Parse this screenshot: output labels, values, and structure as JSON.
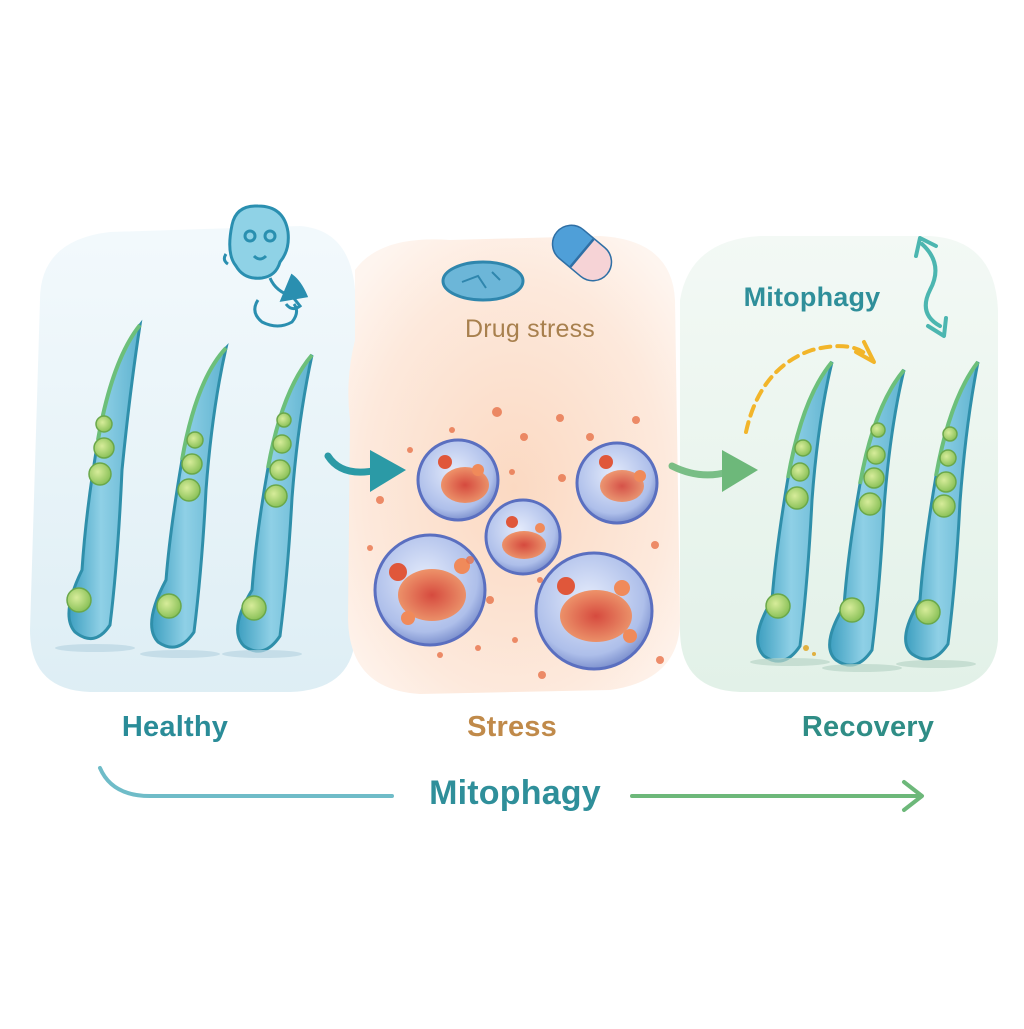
{
  "labels": {
    "healthy": "Healthy",
    "stress": "Stress",
    "recovery": "Recovery",
    "drug_stress": "Drug stress",
    "mitophagy_top": "Mitophagy",
    "mitophagy_bottom": "Mitophagy"
  },
  "colors": {
    "teal_text": "#2a8c98",
    "stress_text": "#c08a4a",
    "drug_text": "#a8804e",
    "recovery_text": "#2f8d86",
    "mitophagy_text": "#2f8f9a",
    "cell_body": "#7ec4df",
    "cell_outline": "#2f8faa",
    "cell_edge_green": "#6cbf7a",
    "mito_green": "#a9d46a",
    "damaged_red": "#e0573a",
    "vesicle_blue": "#b7c8ee",
    "arrow_teal": "#2b9aa6",
    "arrow_green": "#6db87a",
    "arrow_yellow": "#f2b52a",
    "panel_healthy": "#e3f2f8",
    "panel_stress": "#fbe6d4",
    "panel_recovery": "#e8f4ec"
  },
  "icons": [
    "head-profile-icon",
    "tablet-icon",
    "capsule-icon",
    "bidirectional-arrow-icon"
  ]
}
